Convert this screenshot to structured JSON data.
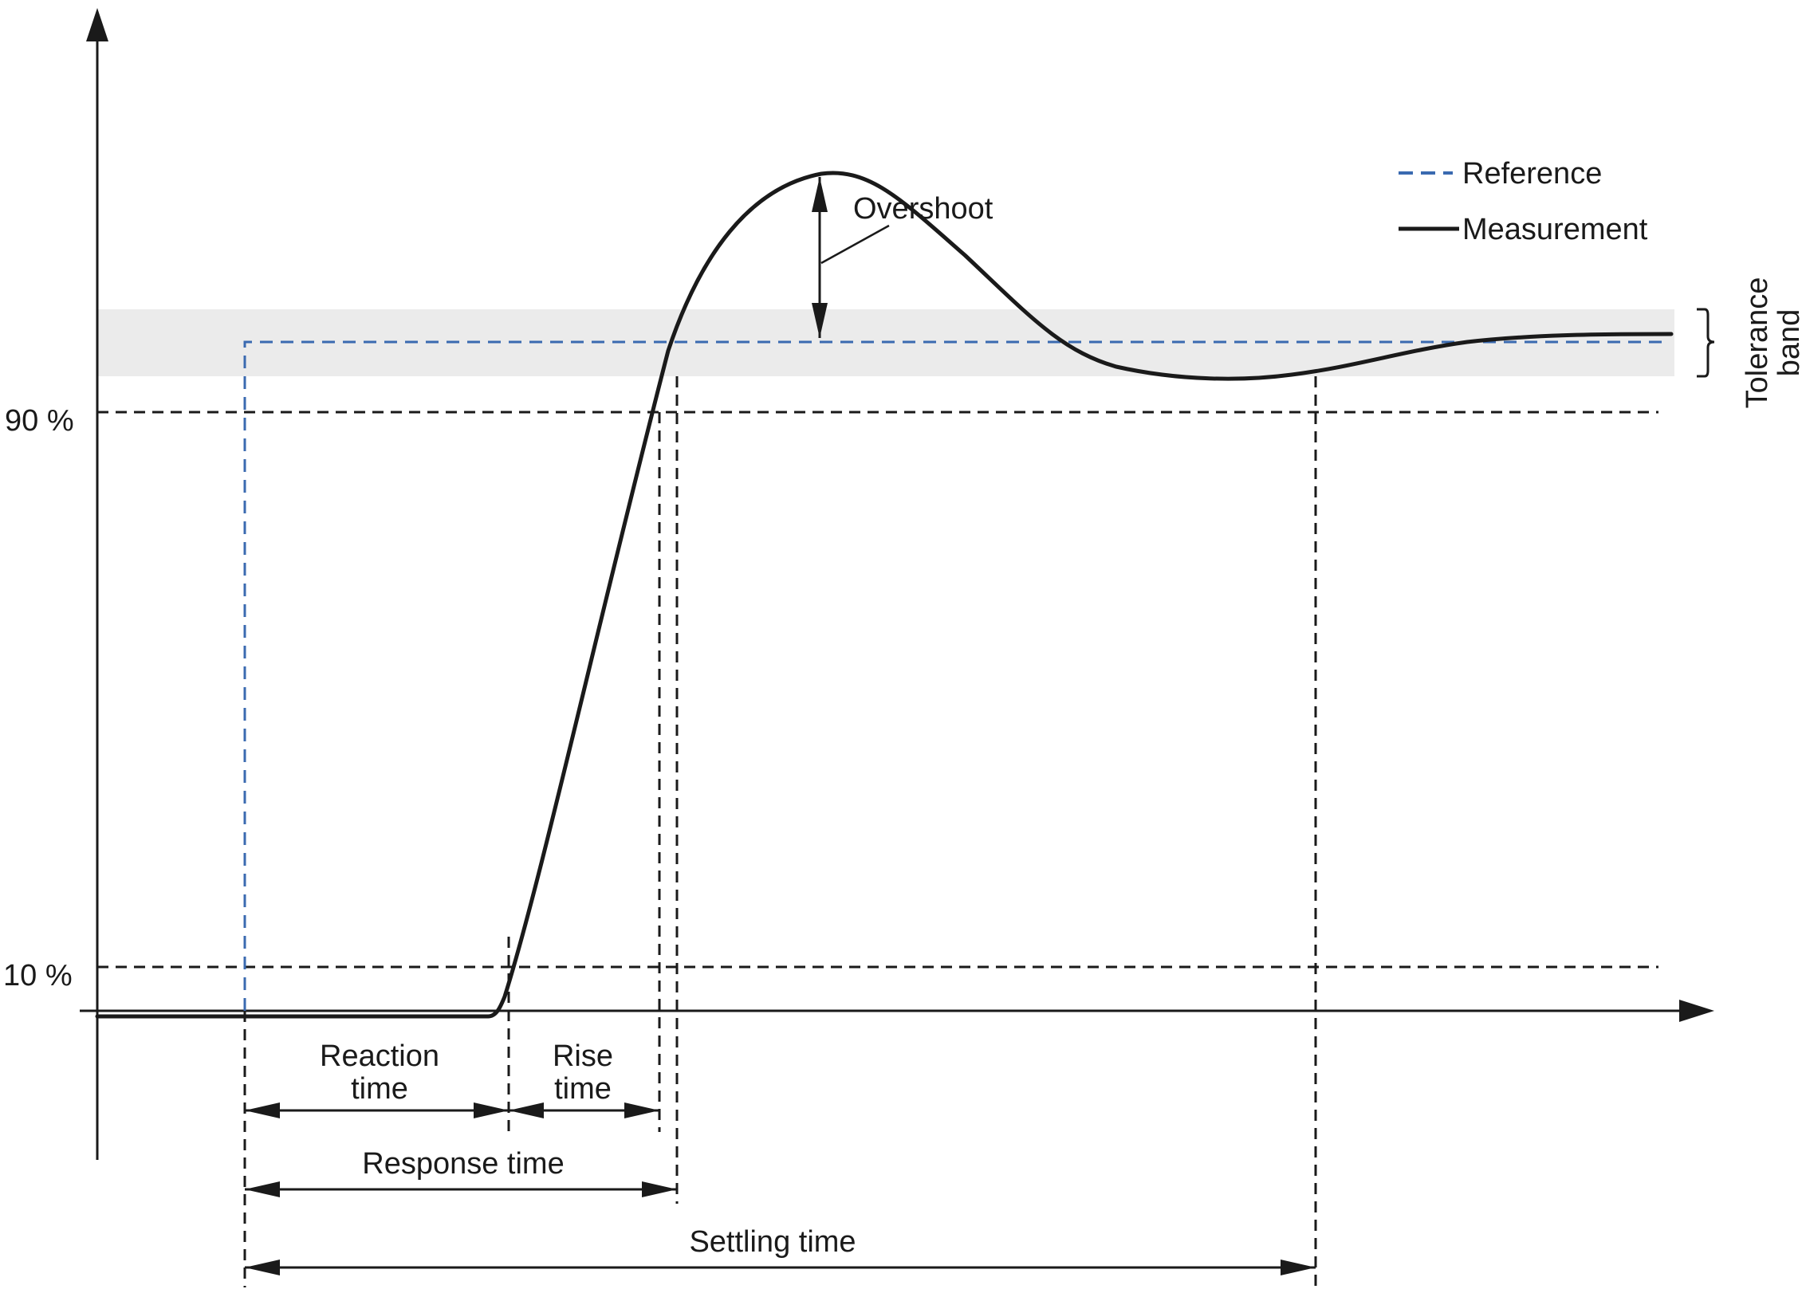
{
  "colors": {
    "reference": "#3a6ab0",
    "measurement": "#1a1a1a",
    "tolerance_band": "#ebebeb",
    "guides": "#1a1a1a"
  },
  "labels": {
    "level_90": "90 %",
    "level_10": "10 %",
    "overshoot": "Overshoot",
    "tolerance_line1": "Tolerance",
    "tolerance_line2": "band",
    "reaction_line1": "Reaction",
    "reaction_line2": "time",
    "rise_line1": "Rise",
    "rise_line2": "time",
    "response": "Response time",
    "settling": "Settling time"
  },
  "legend": {
    "reference": "Reference",
    "measurement": "Measurement"
  }
}
